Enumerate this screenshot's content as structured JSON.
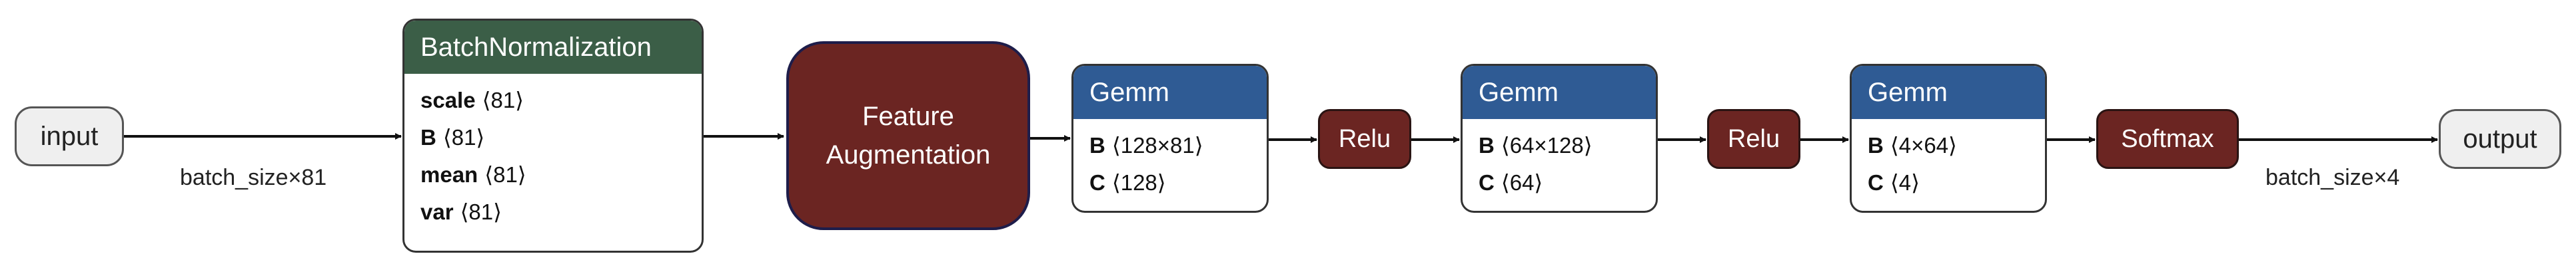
{
  "graph": {
    "input": "input",
    "output": "output",
    "edge_input_label": "batch_size×81",
    "edge_output_label": "batch_size×4",
    "batchnorm": {
      "title": "BatchNormalization",
      "attrs": [
        {
          "name": "scale",
          "value": "⟨81⟩"
        },
        {
          "name": "B",
          "value": "⟨81⟩"
        },
        {
          "name": "mean",
          "value": "⟨81⟩"
        },
        {
          "name": "var",
          "value": "⟨81⟩"
        }
      ]
    },
    "feature_aug": {
      "line1": "Feature",
      "line2": "Augmentation"
    },
    "gemm1": {
      "title": "Gemm",
      "attrs": [
        {
          "name": "B",
          "value": "⟨128×81⟩"
        },
        {
          "name": "C",
          "value": "⟨128⟩"
        }
      ]
    },
    "relu1": "Relu",
    "gemm2": {
      "title": "Gemm",
      "attrs": [
        {
          "name": "B",
          "value": "⟨64×128⟩"
        },
        {
          "name": "C",
          "value": "⟨64⟩"
        }
      ]
    },
    "relu2": "Relu",
    "gemm3": {
      "title": "Gemm",
      "attrs": [
        {
          "name": "B",
          "value": "⟨4×64⟩"
        },
        {
          "name": "C",
          "value": "⟨4⟩"
        }
      ]
    },
    "softmax": "Softmax"
  },
  "colors": {
    "batchnorm_header": "#3b5e47",
    "gemm_header": "#2f5b94",
    "op_fill": "#6b2522",
    "edge": "#111111"
  }
}
